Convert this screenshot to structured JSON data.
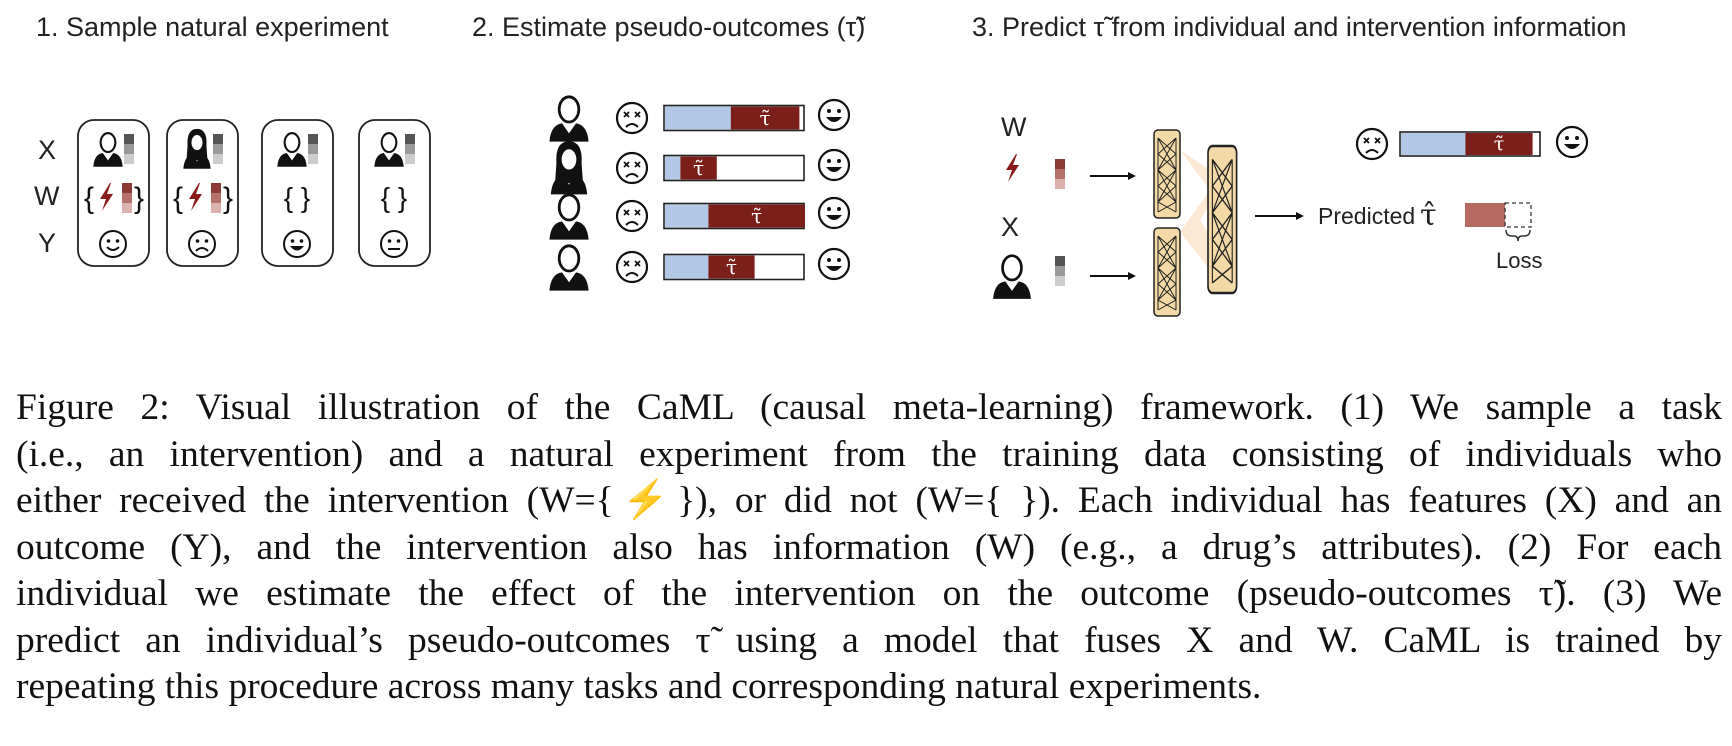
{
  "steps": [
    {
      "label": "1. Sample natural experiment"
    },
    {
      "label": "2. Estimate pseudo-outcomes (τ̃)"
    },
    {
      "label": "3. Predict τ̃  from individual and intervention information"
    }
  ],
  "panel1": {
    "row_labels": [
      "X",
      "W",
      "Y"
    ],
    "cards": [
      {
        "person": "man-suit",
        "treated": true,
        "outcome": "happy",
        "w_text": "{ }"
      },
      {
        "person": "woman",
        "treated": true,
        "outcome": "sad",
        "w_text": "{ }"
      },
      {
        "person": "man-suit",
        "treated": false,
        "outcome": "very-happy",
        "w_text": "{ }"
      },
      {
        "person": "man-suit",
        "treated": false,
        "outcome": "neutral",
        "w_text": "{ }"
      }
    ]
  },
  "panel2": {
    "tau_label": "τ̃",
    "rows": [
      {
        "person": "man-suit",
        "blue_fraction": 0.47,
        "red_fraction": 0.49
      },
      {
        "person": "woman",
        "blue_fraction": 0.11,
        "red_fraction": 0.26
      },
      {
        "person": "man-suit",
        "blue_fraction": 0.31,
        "red_fraction": 0.69
      },
      {
        "person": "man-suit",
        "blue_fraction": 0.31,
        "red_fraction": 0.33
      }
    ]
  },
  "panel3": {
    "w_label": "W",
    "x_label": "X",
    "tau_label": "τ̃",
    "predicted_label": "Predicted",
    "predicted_symbol": "τ̂",
    "loss_label": "Loss",
    "target_bar": {
      "blue_fraction": 0.46,
      "red_fraction": 0.48
    }
  },
  "caption": {
    "lines": [
      "Figure 2: Visual illustration of the CaML (causal meta-learning) framework. (1) We sample a task",
      "(i.e., an intervention) and a natural experiment from the training data consisting of individuals who",
      "either received the intervention (W={⚡}), or did not (W={ }). Each individual has features (X) and an",
      "outcome (Y), and the intervention also has information (W) (e.g., a drug’s attributes). (2) For each",
      "individual we estimate the effect of the intervention on the outcome (pseudo-outcomes τ̃). (3) We",
      "predict an individual’s pseudo-outcomes τ̃ using a model that fuses X and W. CaML is trained by",
      "repeating this procedure across many tasks and corresponding natural experiments."
    ]
  },
  "colors": {
    "bar_blue": "#b3c8e6",
    "bar_red": "#7a1f1a",
    "bolt_red": "#8b1a1a",
    "nn_fill": "#f3d9a6",
    "nn_glow": "#fbe3c8",
    "pred_fill": "#b86a62"
  }
}
